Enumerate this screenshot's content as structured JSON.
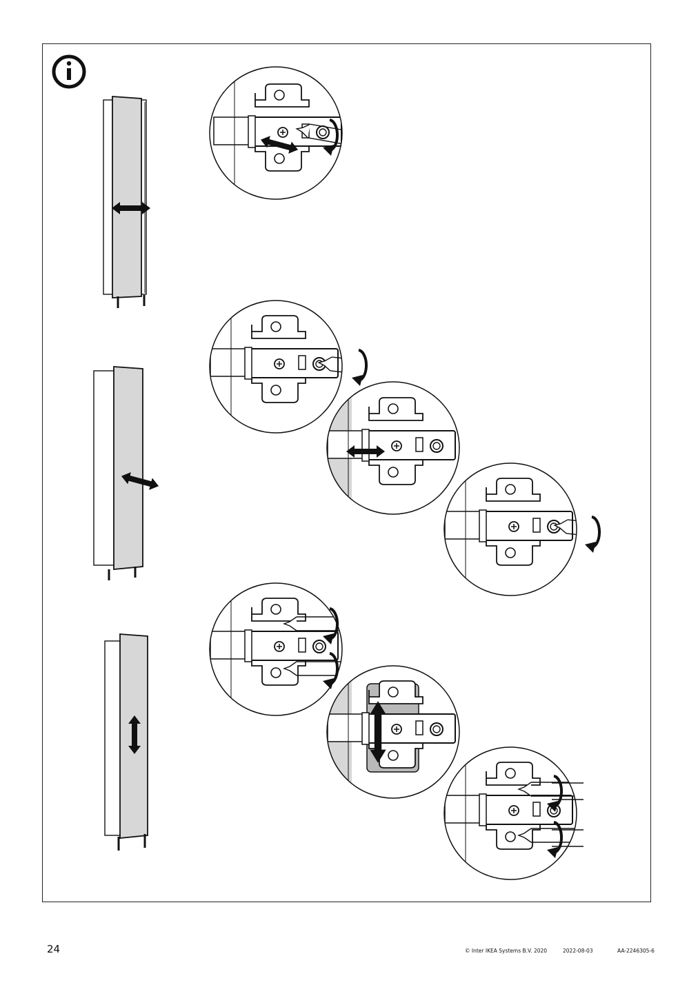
{
  "page_number": "24",
  "footer": {
    "copyright": "© Inter IKEA Systems B.V. 2020",
    "date": "2022-08-03",
    "doc_id": "AA-2246305-6"
  },
  "icons": {
    "info": "info-circle-icon"
  },
  "colors": {
    "line": "#111111",
    "door_fill": "#d7d7d7",
    "highlight_fill": "#b9b9b9"
  }
}
